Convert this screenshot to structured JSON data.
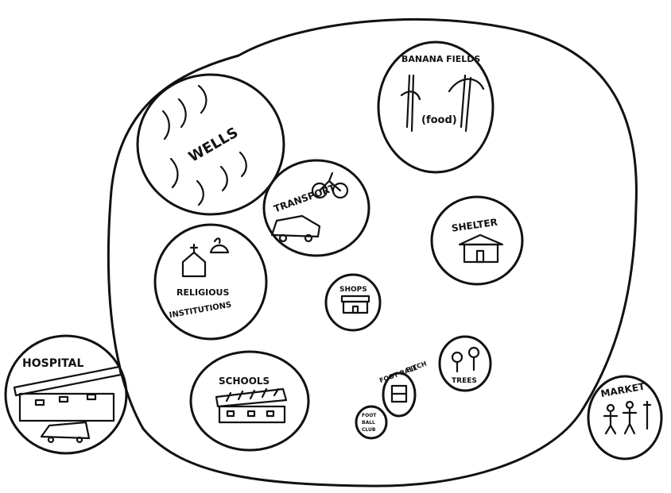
{
  "circles": {
    "wells": "WELLS",
    "banana_fields": "BANANA FIELDS",
    "banana_note": "(food)",
    "transport": "TRANSPORT",
    "shelter": "SHELTER",
    "religious_line1": "RELIGIOUS",
    "religious_line2": "INSTITUTIONS",
    "shops": "SHOPS",
    "trees": "TREES",
    "football_pitch_line1": "FOOT BALL",
    "football_pitch_line2": "PITCH",
    "football_small_1": "FOOT",
    "football_small_2": "BALL",
    "football_small_3": "CLUB",
    "schools": "SCHOOLS",
    "hospital": "HOSPITAL",
    "market": "MARKET"
  }
}
